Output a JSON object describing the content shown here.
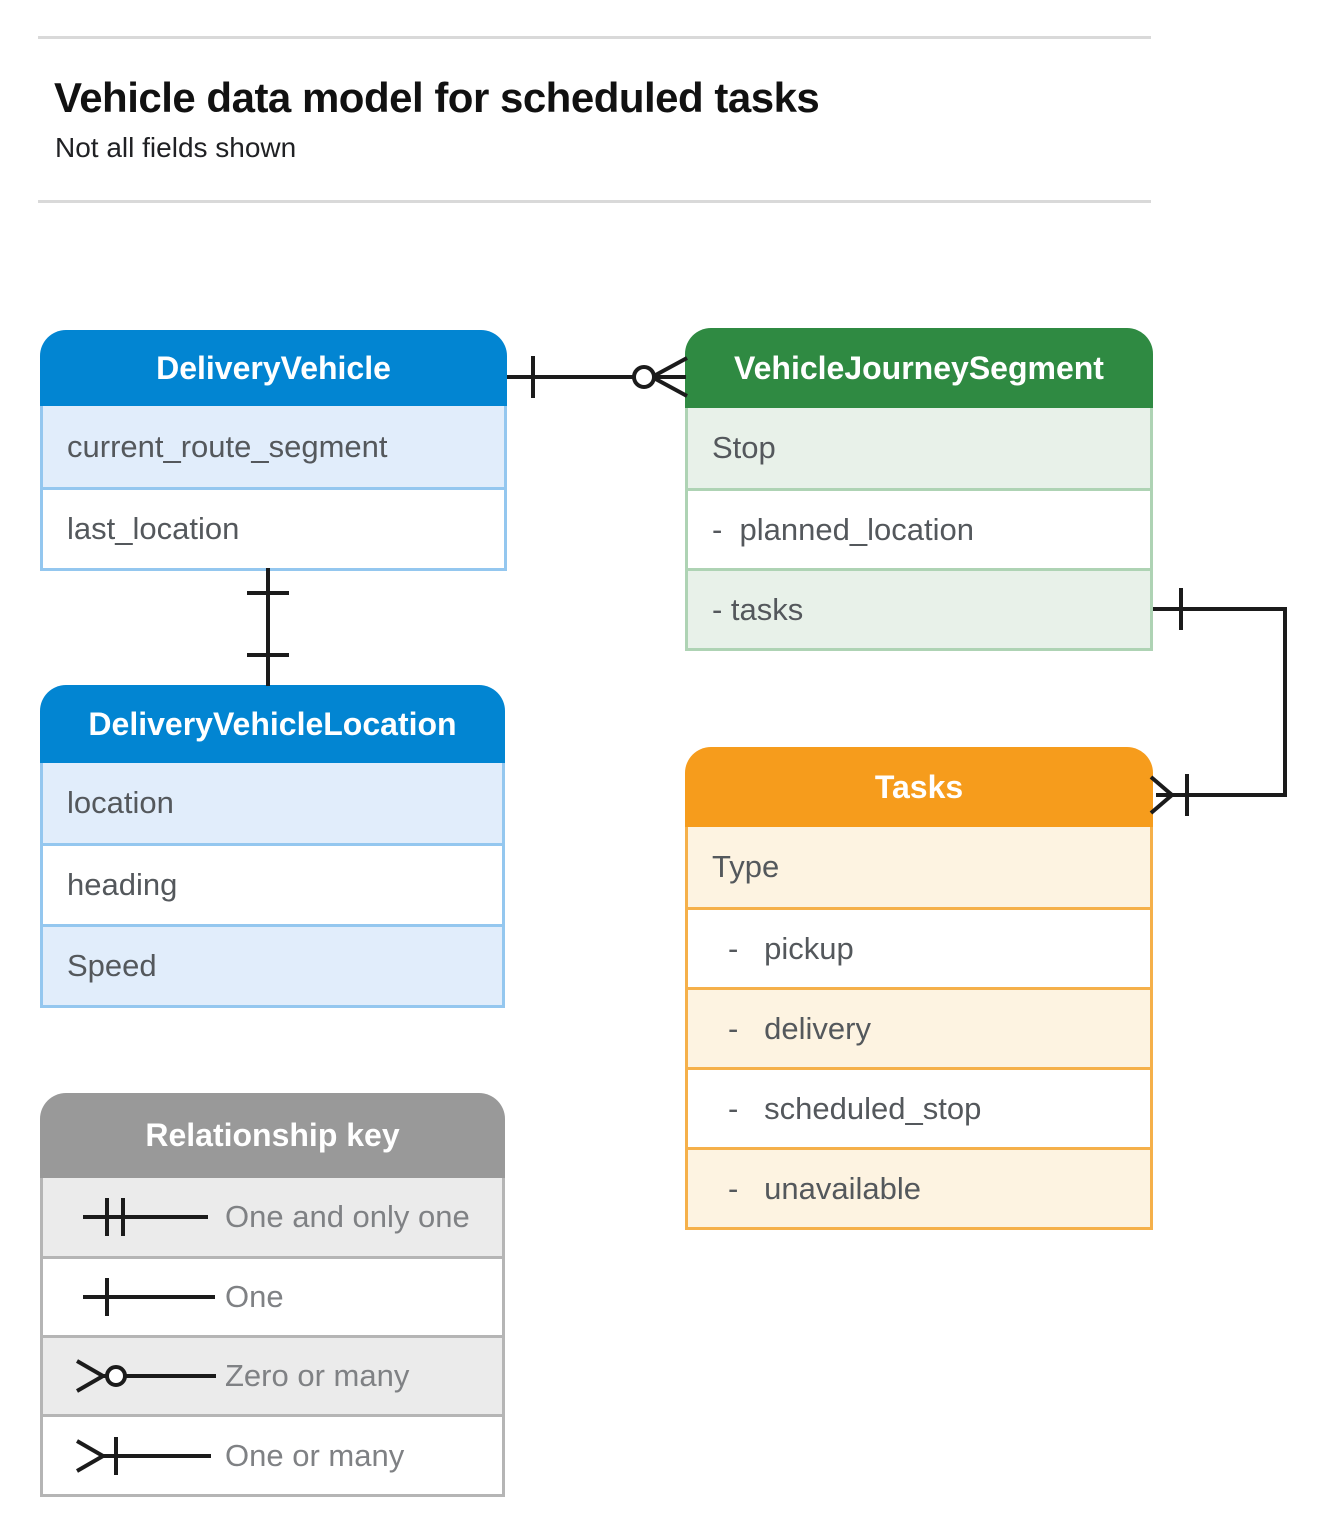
{
  "header": {
    "title": "Vehicle data model for scheduled tasks",
    "subtitle": "Not all fields shown"
  },
  "boxes": {
    "delivery_vehicle": {
      "title": "DeliveryVehicle",
      "fields": [
        "current_route_segment",
        "last_location"
      ]
    },
    "vehicle_journey_segment": {
      "title": "VehicleJourneySegment",
      "fields": [
        "Stop",
        "-  planned_location",
        "- tasks"
      ]
    },
    "delivery_vehicle_location": {
      "title": "DeliveryVehicleLocation",
      "fields": [
        "location",
        "heading",
        "Speed"
      ]
    },
    "tasks": {
      "title": "Tasks",
      "fields": [
        "Type",
        "-   pickup",
        "-   delivery",
        "-   scheduled_stop",
        "-   unavailable"
      ]
    }
  },
  "legend": {
    "title": "Relationship key",
    "items": [
      "One and only one",
      "One",
      "Zero or many",
      "One or many"
    ]
  },
  "relationships": [
    {
      "from": "DeliveryVehicle",
      "to": "VehicleJourneySegment",
      "from_end": "One",
      "to_end": "Zero or many"
    },
    {
      "from": "DeliveryVehicle",
      "to": "DeliveryVehicleLocation",
      "from_end": "One",
      "to_end": "One"
    },
    {
      "from": "VehicleJourneySegment",
      "to": "Tasks",
      "from_end": "One",
      "to_end": "One or many"
    }
  ],
  "colors": {
    "blue_header": "#0285d2",
    "blue_tint": "#e1edfb",
    "blue_border": "#94c7ef",
    "green_header": "#2f8a42",
    "green_tint": "#e8f1e9",
    "green_border": "#aed3b4",
    "orange_header": "#f69c1c",
    "orange_tint": "#fdf3e1",
    "orange_border": "#f5b04a",
    "gray_header": "#999999",
    "gray_tint": "#ebebeb",
    "gray_border": "#b5b5b5",
    "connector": "#1b1b1b"
  }
}
